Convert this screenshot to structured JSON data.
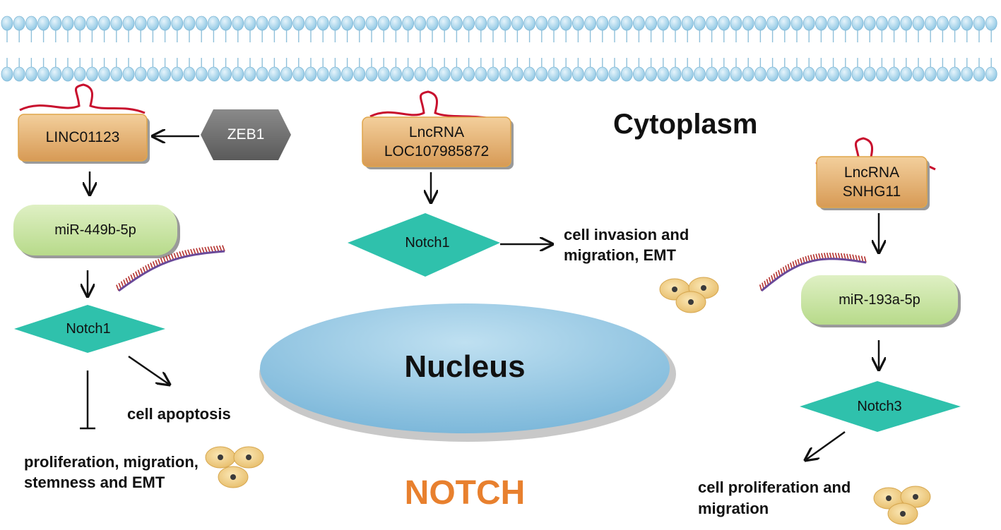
{
  "labels": {
    "cytoplasm": "Cytoplasm",
    "nucleus": "Nucleus",
    "pathway": "NOTCH"
  },
  "left": {
    "lncrna": "LINC01123",
    "regulator": "ZEB1",
    "mirna": "miR-449b-5p",
    "target": "Notch1",
    "promoted": "cell apoptosis",
    "inhibited": "proliferation, migration, stemness and EMT"
  },
  "center": {
    "lncrna_line1": "LncRNA",
    "lncrna_line2": "LOC107985872",
    "target": "Notch1",
    "outcome": "cell invasion and migration, EMT"
  },
  "right": {
    "lncrna_line1": "LncRNA",
    "lncrna_line2": "SNHG11",
    "mirna": "miR-193a-5p",
    "target": "Notch3",
    "outcome": "cell proliferation and migration"
  },
  "colors": {
    "lncrna_box": "#dfa86a",
    "lncrna_border": "#e0a64b",
    "mirna_box": "#c6e3a0",
    "diamond": "#2fc1ac",
    "hexagon": "#6b6b6b",
    "nucleus": "#8cc3e0",
    "membrane": "#a9d4ea",
    "rna_strand": "#c8102e",
    "pathway_text": "#e8802e",
    "cell": "#f0d08a"
  }
}
